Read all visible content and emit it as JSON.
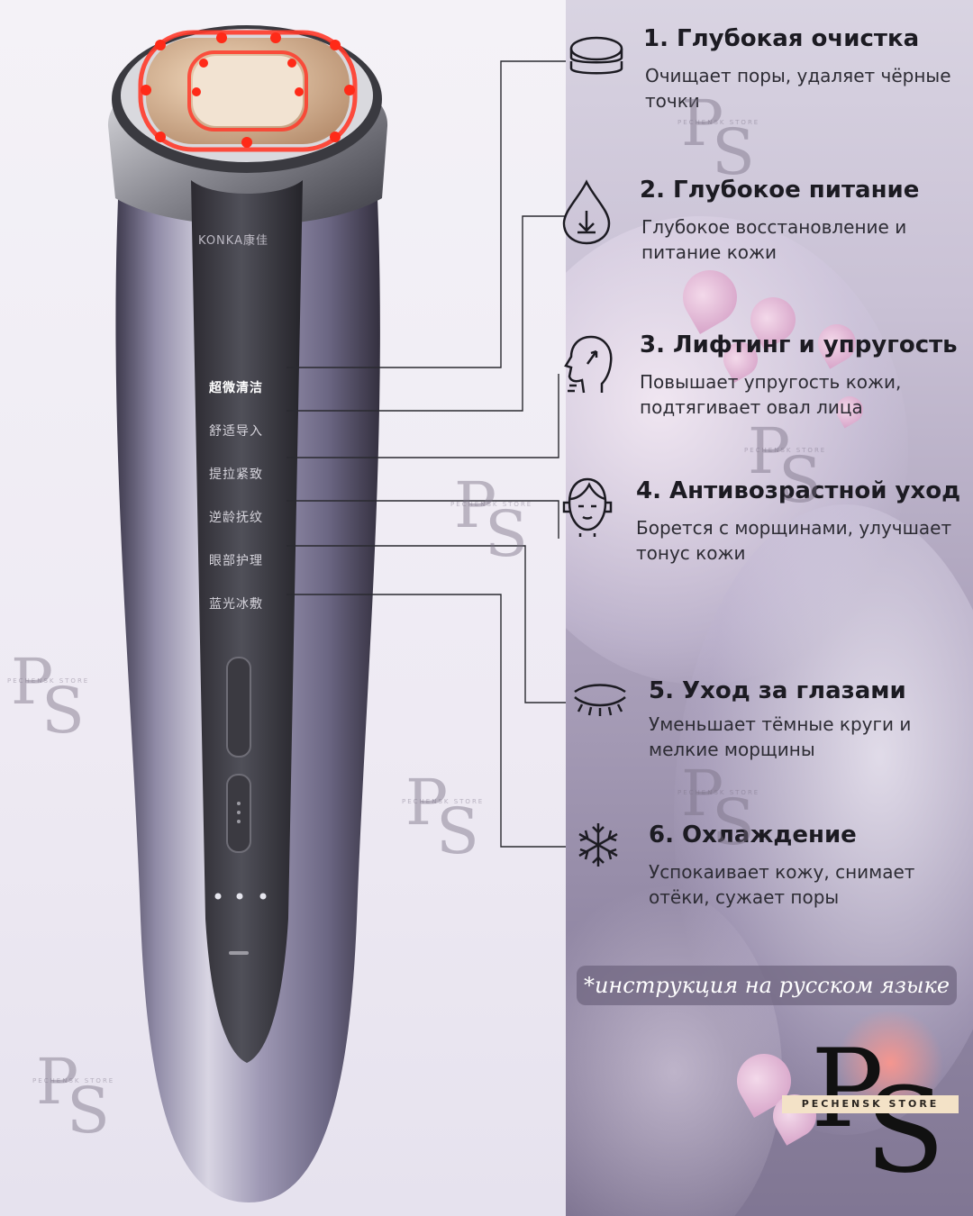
{
  "device": {
    "brand": "KONKA康佳",
    "modes": [
      "超微清洁",
      "舒适导入",
      "提拉紧致",
      "逆龄抚纹",
      "眼部护理",
      "蓝光冰敷"
    ]
  },
  "features": [
    {
      "title": "1. Глубокая очистка",
      "desc": "Очищает поры, удаляет чёрные точки",
      "icon": "cleansing-discs-icon"
    },
    {
      "title": "2. Глубокое питание",
      "desc": "Глубокое восстановление и питание кожи",
      "icon": "water-drop-icon"
    },
    {
      "title": "3. Лифтинг и упругость",
      "desc": "Повышает упругость кожи, подтягивает овал лица",
      "icon": "face-lifting-icon"
    },
    {
      "title": "4. Антивозрастной уход",
      "desc": "Борется с морщинами, улучшает тонус кожи",
      "icon": "face-icon"
    },
    {
      "title": "5. Уход за глазами",
      "desc": "Уменьшает тёмные круги и мелкие морщины",
      "icon": "closed-eye-icon"
    },
    {
      "title": "6. Охлаждение",
      "desc": "Успокаивает кожу, снимает отёки, сужает поры",
      "icon": "snowflake-icon"
    }
  ],
  "note": "*инструкция на русском языке",
  "watermark": {
    "letters": "PS",
    "text": "PECHENSK STORE"
  },
  "logo": {
    "letter_p": "P",
    "letter_s": "S",
    "band": "PECHENSK STORE"
  }
}
